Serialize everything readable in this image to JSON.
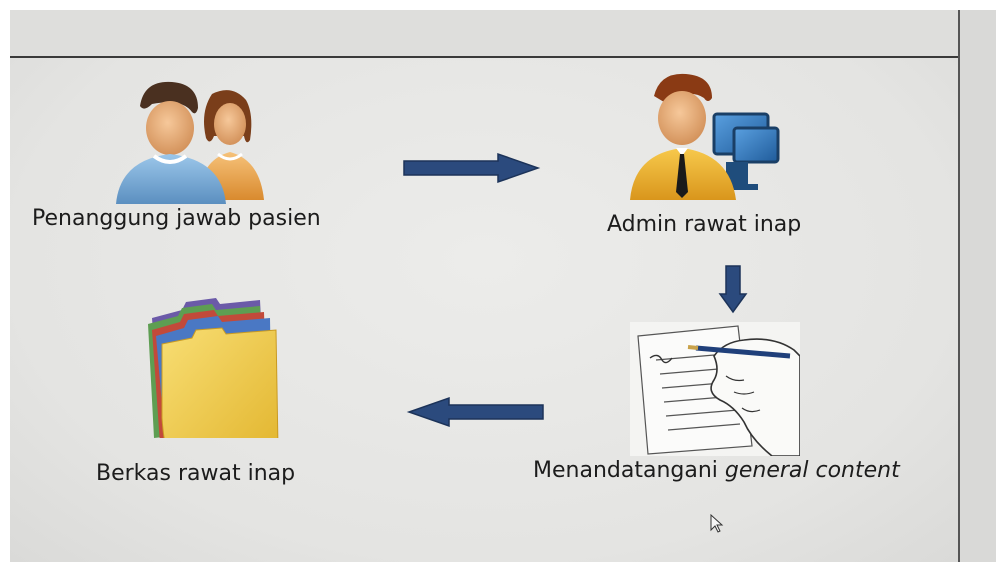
{
  "diagram": {
    "nodes": [
      {
        "id": "guardian",
        "label": "Penanggung jawab pasien"
      },
      {
        "id": "admin",
        "label": "Admin rawat inap"
      },
      {
        "id": "sign",
        "label_prefix": "Menandatangani ",
        "label_italic": "general content"
      },
      {
        "id": "files",
        "label": "Berkas rawat inap"
      }
    ],
    "edges": [
      {
        "from": "guardian",
        "to": "admin"
      },
      {
        "from": "admin",
        "to": "sign"
      },
      {
        "from": "sign",
        "to": "files"
      }
    ]
  },
  "colors": {
    "arrow": "#2b4a7d",
    "arrow_edge": "#1c3359",
    "folder": "#f2d155",
    "monitor": "#2d6fb3"
  },
  "icons": [
    "people-icon",
    "admin-computer-icon",
    "signing-document-icon",
    "folders-icon",
    "mouse-cursor-icon"
  ]
}
